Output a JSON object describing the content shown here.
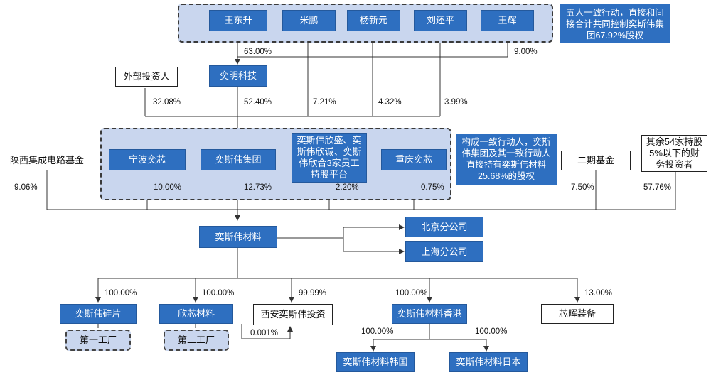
{
  "shareholders_top": [
    "王东升",
    "米鹏",
    "杨新元",
    "刘还平",
    "王辉"
  ],
  "notes": {
    "top_right": "五人一致行动，直接和间接合计共同控制奕斯伟集团67.92%股权",
    "middle_right": "构成一致行动人，奕斯伟集团及其一致行动人直接持有奕斯伟材料25.68%的股权"
  },
  "entities": {
    "yiming": "奕明科技",
    "outside_investors": "外部投资人",
    "shaanxi_fund": "陕西集成电路基金",
    "ningbo": "宁波奕芯",
    "eswin_group": "奕斯伟集团",
    "esop": "奕斯伟欣盛、奕斯伟欣诚、奕斯伟欣合3家员工持股平台",
    "chongqing": "重庆奕芯",
    "phase2_fund": "二期基金",
    "other54": "其余54家持股5%以下的财务投资者",
    "materials": "奕斯伟材料",
    "beijing_branch": "北京分公司",
    "shanghai_branch": "上海分公司",
    "silicon": "奕斯伟硅片",
    "xinxin": "欣芯材料",
    "xian_invest": "西安奕斯伟投资",
    "hk": "奕斯伟材料香港",
    "xinhui": "芯晖装备",
    "fab1": "第一工厂",
    "fab2": "第二工厂",
    "korea": "奕斯伟材料韩国",
    "japan": "奕斯伟材料日本"
  },
  "percentages": {
    "wang_to_yiming": "63.00%",
    "wanghui": "9.00%",
    "outside": "32.08%",
    "yiming_group": "52.40%",
    "mipeng": "7.21%",
    "yang": "4.32%",
    "liu": "3.99%",
    "shaanxi": "9.06%",
    "ningbo": "10.00%",
    "group": "12.73%",
    "esop": "2.20%",
    "chongqing": "0.75%",
    "phase2": "7.50%",
    "other54": "57.76%",
    "silicon": "100.00%",
    "xinxin": "100.00%",
    "xian": "99.99%",
    "xinxin_xian": "0.001%",
    "hk": "100.00%",
    "xinhui": "13.00%",
    "korea": "100.00%",
    "japan": "100.00%"
  },
  "colors": {
    "box_blue": "#2e6fc0",
    "group_fill": "#c9d6ee",
    "line": "#333333"
  }
}
